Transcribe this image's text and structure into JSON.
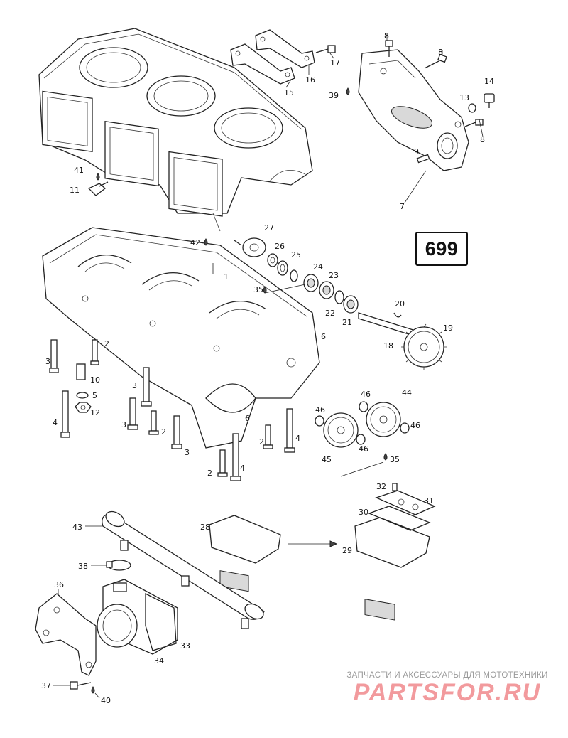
{
  "page_number": "699",
  "watermark": {
    "tagline": "ЗАПЧАСТИ И АКСЕССУАРЫ ДЛЯ МОТОТЕХНИКИ",
    "logo_text": "PARTSFOR.RU",
    "logo_color": "#e8484e"
  },
  "callouts": [
    "1",
    "2",
    "3",
    "4",
    "5",
    "6",
    "7",
    "8",
    "9",
    "10",
    "11",
    "12",
    "13",
    "14",
    "15",
    "16",
    "17",
    "18",
    "19",
    "20",
    "21",
    "22",
    "23",
    "24",
    "25",
    "26",
    "27",
    "28",
    "29",
    "30",
    "31",
    "32",
    "33",
    "34",
    "35",
    "36",
    "37",
    "38",
    "39",
    "40",
    "41",
    "42",
    "43",
    "44",
    "45",
    "46"
  ]
}
